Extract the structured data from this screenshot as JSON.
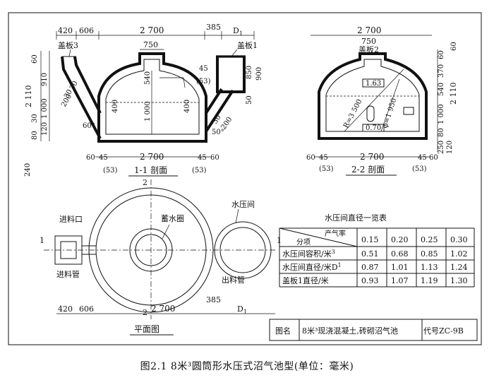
{
  "dims": {
    "d420": "420",
    "d606": "606",
    "d2700": "2 700",
    "d385": "385",
    "dD1": "D",
    "d750": "750",
    "d60": "60",
    "d910": "910",
    "d2110": "2 110",
    "d30": "30",
    "d200": "200",
    "d1000": "1 000",
    "d80": "80",
    "d120": "120",
    "d240": "240",
    "d45": "45",
    "d53": "(53)",
    "d540": "540",
    "d400": "400",
    "d50": "50",
    "d850": "850",
    "d900": "900",
    "d370": "370",
    "d250": "250",
    "d163": "1.63",
    "d070": "0.70",
    "R": "R=3 500",
    "phi": "φ=1 950",
    "a60": "60°",
    "a50": "50°",
    "sub1": "1"
  },
  "labels": {
    "cover3": "盖板3",
    "cover1": "盖板1",
    "cover2": "盖板2",
    "section11": "1-1 剖面",
    "section22": "2-2 剖面",
    "plan": "平面图",
    "inlet": "进料口",
    "inletPipe": "进料管",
    "waterRing": "蓄水圈",
    "pressureRoom": "水压间",
    "outletPipe": "出料管",
    "mark1": "1",
    "mark2": "2"
  },
  "table": {
    "title": "水压间直径一览表",
    "corner_top": "产气率",
    "corner_bottom": "分项",
    "columns": [
      "0.15",
      "0.20",
      "0.25",
      "0.30"
    ],
    "rows": [
      {
        "label": "水压间容积/米",
        "sup": "3",
        "values": [
          "0.51",
          "0.68",
          "0.85",
          "1.02"
        ]
      },
      {
        "label": "水压间直径/米D",
        "sup": "1",
        "values": [
          "0.87",
          "1.01",
          "1.13",
          "1.24"
        ]
      },
      {
        "label": "盖板1直径/米",
        "sup": "",
        "values": [
          "0.93",
          "1.07",
          "1.19",
          "1.30"
        ]
      }
    ]
  },
  "titleblock": {
    "name_label": "图名",
    "name": "8米³现浇混凝土,砖砌沼气池",
    "code": "代号ZC-9B"
  },
  "caption": "图2.1   8米³圆筒形水压式沼气池型(单位：毫米)"
}
